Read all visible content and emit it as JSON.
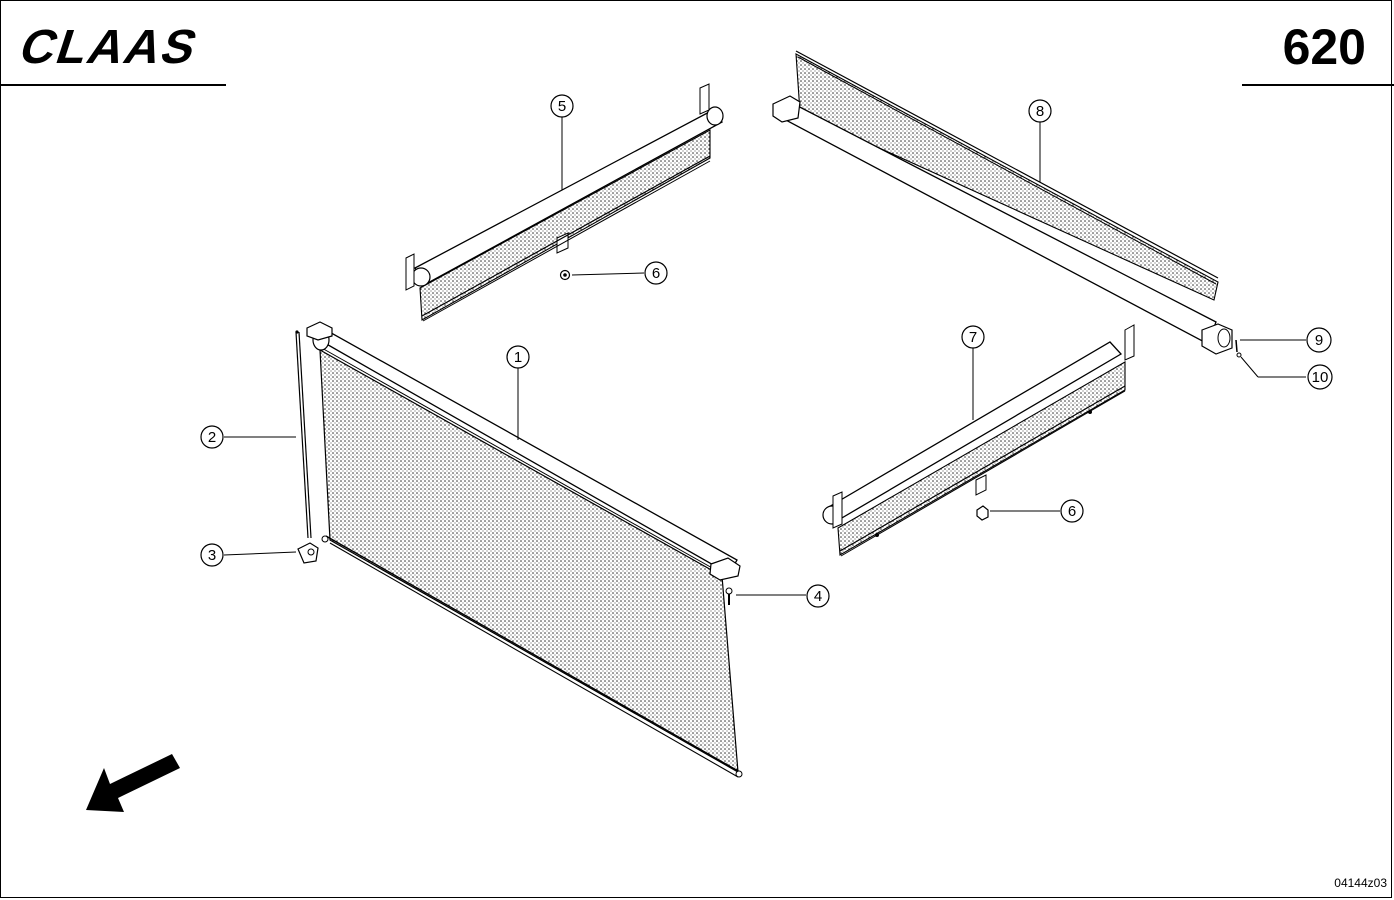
{
  "header": {
    "brand": "CLAAS",
    "page_number": "620"
  },
  "callouts": [
    "1",
    "2",
    "3",
    "4",
    "5",
    "6",
    "6",
    "7",
    "8",
    "9",
    "10"
  ],
  "drawing_id": "04144z03"
}
